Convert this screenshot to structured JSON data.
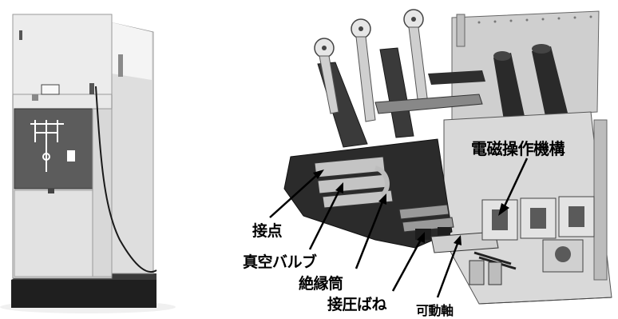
{
  "labels": {
    "mechanism": "電磁操作機構",
    "contact": "接点",
    "vacuum_valve": "真空バルブ",
    "insulation_tube": "絶縁筒",
    "contact_spring": "接圧ばね",
    "movable_shaft": "可動軸"
  },
  "colors": {
    "cabinet_light": "#e6e6e6",
    "cabinet_dark": "#5a5a5a",
    "mechanism_dark": "#2b2b2b",
    "frame_metal": "#cfcfcf"
  }
}
